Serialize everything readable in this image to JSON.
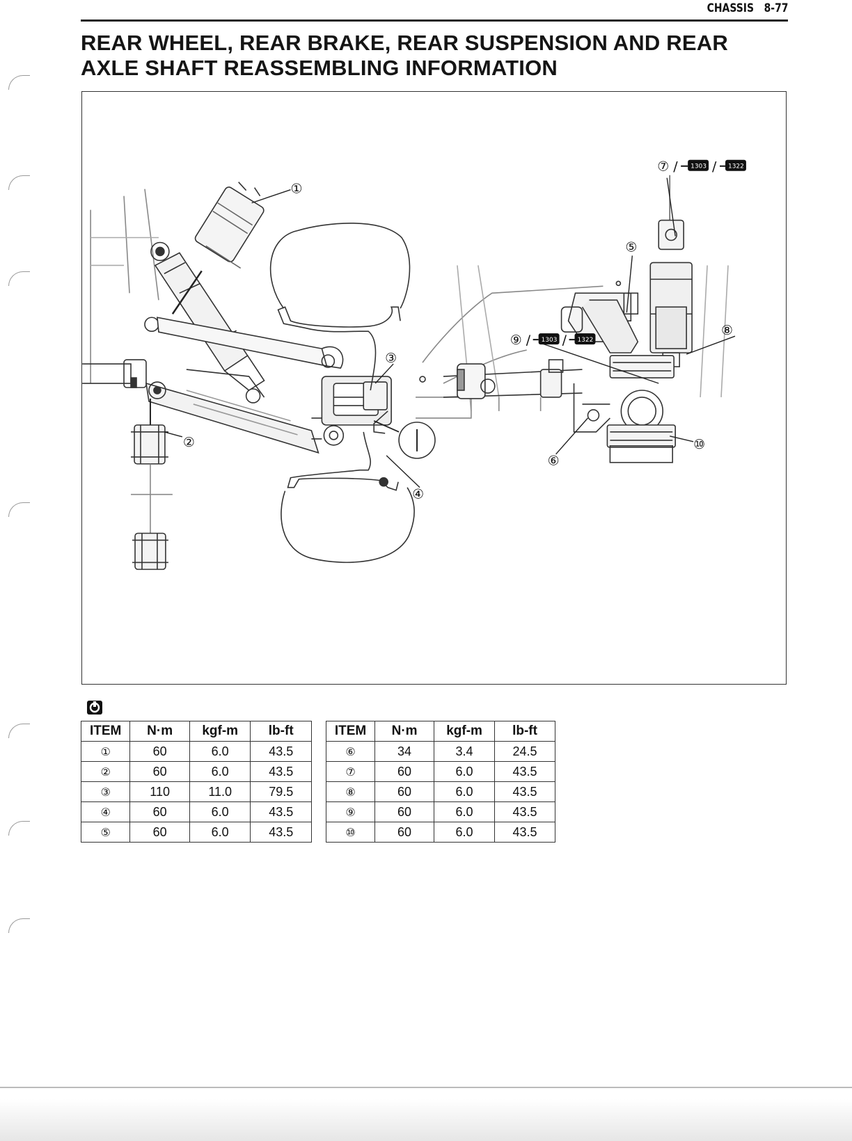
{
  "header": {
    "section": "CHASSIS",
    "page": "8-77"
  },
  "title": {
    "line1": "REAR WHEEL, REAR BRAKE, REAR SUSPENSION AND REAR",
    "line2": "AXLE SHAFT REASSEMBLING INFORMATION"
  },
  "diagram": {
    "callouts": {
      "c1": "①",
      "c2": "②",
      "c3": "③",
      "c4": "④",
      "c5": "⑤",
      "c6": "⑥",
      "c8": "⑧",
      "c10": "⑩"
    },
    "callout7": {
      "num": "⑦",
      "code_a": "1303",
      "code_b": "1322"
    },
    "callout9": {
      "num": "⑨",
      "code_a": "1303",
      "code_b": "1322"
    }
  },
  "torque_icon": "torque-wrench-icon",
  "tables": {
    "headers": [
      "ITEM",
      "N·m",
      "kgf-m",
      "lb-ft"
    ],
    "left": [
      [
        "①",
        "60",
        "6.0",
        "43.5"
      ],
      [
        "②",
        "60",
        "6.0",
        "43.5"
      ],
      [
        "③",
        "110",
        "11.0",
        "79.5"
      ],
      [
        "④",
        "60",
        "6.0",
        "43.5"
      ],
      [
        "⑤",
        "60",
        "6.0",
        "43.5"
      ]
    ],
    "right": [
      [
        "⑥",
        "34",
        "3.4",
        "24.5"
      ],
      [
        "⑦",
        "60",
        "6.0",
        "43.5"
      ],
      [
        "⑧",
        "60",
        "6.0",
        "43.5"
      ],
      [
        "⑨",
        "60",
        "6.0",
        "43.5"
      ],
      [
        "⑩",
        "60",
        "6.0",
        "43.5"
      ]
    ]
  }
}
